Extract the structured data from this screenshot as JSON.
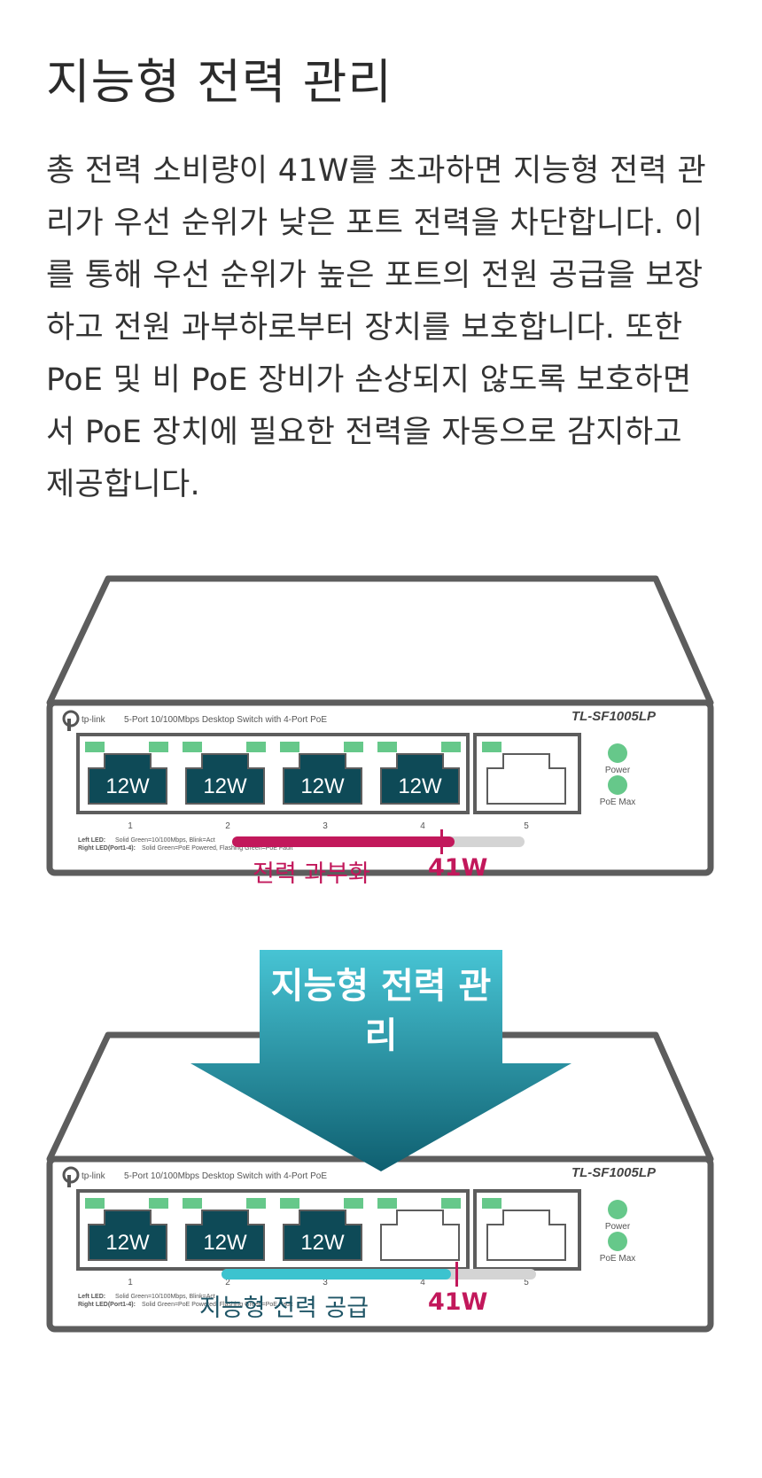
{
  "page": {
    "title": "지능형 전력 관리",
    "description": "총 전력 소비량이 41W를 초과하면 지능형 전력 관리가 우선 순위가 낮은 포트 전력을 차단합니다. 이를 통해 우선 순위가 높은 포트의 전원 공급을 보장하고 전원 과부하로부터 장치를 보호합니다. 또한 PoE 및 비 PoE 장비가 손상되지 않도록 보호하면서 PoE 장치에 필요한 전력을 자동으로 감지하고 제공합니다."
  },
  "switch_top": {
    "brand": "tp-link",
    "description": "5-Port 10/100Mbps Desktop Switch with 4-Port PoE",
    "model": "TL-SF1005LP",
    "ports": [
      "12W",
      "12W",
      "12W",
      "12W",
      ""
    ],
    "port_numbers": [
      "1",
      "2",
      "3",
      "4",
      "5"
    ],
    "led_power": "Power",
    "led_poe_max": "PoE Max",
    "legend_left": "Left LED:",
    "legend_left_desc": "Solid Green=10/100Mbps, Blink=Act",
    "legend_right": "Right LED(Port1-4):",
    "legend_right_desc": "Solid Green=PoE Powered, Flashing Green=PoE Fault"
  },
  "bar_top": {
    "label": "전력 과부화",
    "value_label": "41W",
    "color": "#c2185b",
    "fill_fraction": 0.76
  },
  "arrow": {
    "label": "지능형 전력 관리",
    "color": "#2aa8b8"
  },
  "switch_bottom": {
    "brand": "tp-link",
    "description": "5-Port 10/100Mbps Desktop Switch with 4-Port PoE",
    "model": "TL-SF1005LP",
    "ports": [
      "12W",
      "12W",
      "12W",
      "",
      ""
    ],
    "port_numbers": [
      "1",
      "2",
      "3",
      "4",
      "5"
    ],
    "led_power": "Power",
    "led_poe_max": "PoE Max",
    "legend_left": "Left LED:",
    "legend_left_desc": "Solid Green=10/100Mbps, Blink=Act",
    "legend_right": "Right LED(Port1-4):",
    "legend_right_desc": "Solid Green=PoE Powered, Flashing Green=PoE Fault"
  },
  "bar_bottom": {
    "label": "지능형 전력 공급",
    "value_label": "41W",
    "color": "#3cc3cf",
    "fill_fraction": 0.73
  },
  "colors": {
    "port_fill": "#0e4a57",
    "led_green": "#66c88a",
    "accent_pink": "#c2185b",
    "accent_teal": "#3cc3cf"
  }
}
